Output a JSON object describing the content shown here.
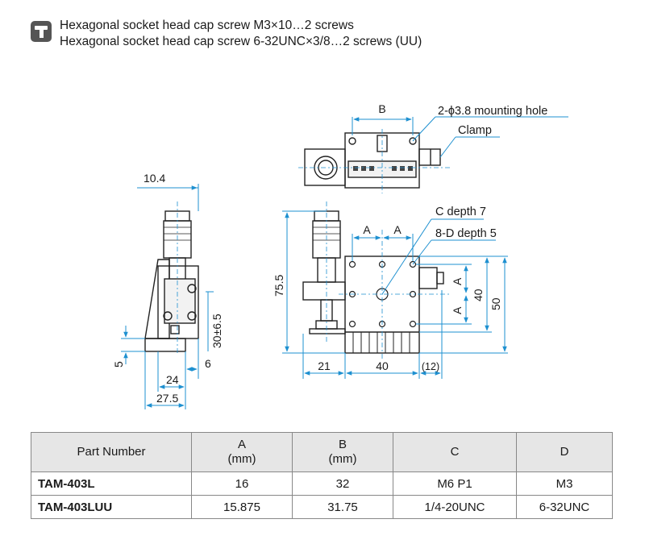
{
  "header": {
    "line1": "Hexagonal socket head cap screw M3×10…2 screws",
    "line2": "Hexagonal socket head cap screw 6-32UNC×3/8…2 screws (UU)"
  },
  "callouts": {
    "mounting_hole": "2-ϕ3.8 mounting hole",
    "clamp": "Clamp",
    "c_depth": "C depth 7",
    "d_depth": "8-D depth 5"
  },
  "dims": {
    "b": "B",
    "a1": "A",
    "a2": "A",
    "a_v1": "A",
    "a_v2": "A",
    "d10_4": "10.4",
    "d75_5": "75.5",
    "d30": "30±6.5",
    "d5": "5",
    "d6": "6",
    "d24": "24",
    "d27_5": "27.5",
    "d21": "21",
    "d40h": "40",
    "d12": "(12)",
    "d40v": "40",
    "d50": "50"
  },
  "table": {
    "headers": [
      {
        "line1": "Part Number",
        "line2": ""
      },
      {
        "line1": "A",
        "line2": "(mm)"
      },
      {
        "line1": "B",
        "line2": "(mm)"
      },
      {
        "line1": "C",
        "line2": ""
      },
      {
        "line1": "D",
        "line2": ""
      }
    ],
    "rows": [
      [
        "TAM-403L",
        "16",
        "32",
        "M6 P1",
        "M3"
      ],
      [
        "TAM-403LUU",
        "15.875",
        "31.75",
        "1/4-20UNC",
        "6-32UNC"
      ]
    ]
  },
  "colors": {
    "dimension_line": "#1e90d0",
    "outline": "#222222",
    "table_header_bg": "#e6e6e6"
  }
}
